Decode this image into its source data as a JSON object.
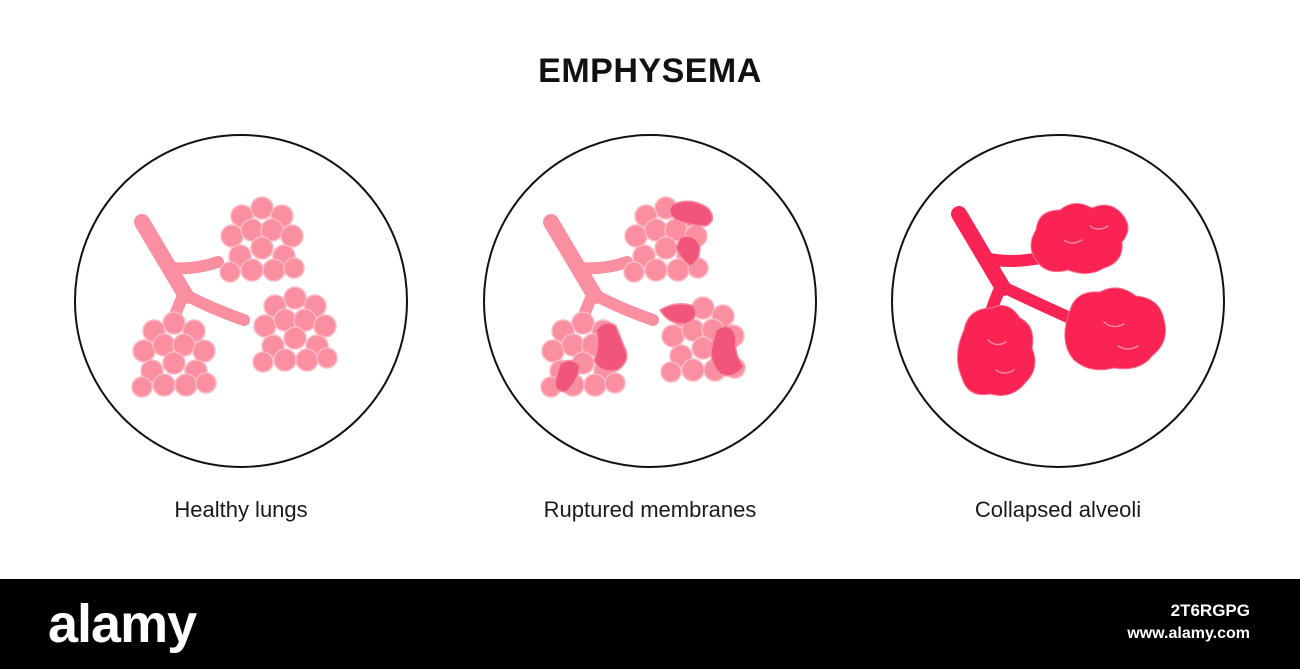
{
  "title": "EMPHYSEMA",
  "panels": [
    {
      "caption": "Healthy lungs",
      "state": "healthy"
    },
    {
      "caption": "Ruptured membranes",
      "state": "ruptured"
    },
    {
      "caption": "Collapsed alveoli",
      "state": "collapsed"
    }
  ],
  "colors": {
    "alveolus_fill": "#f98fa1",
    "alveolus_stroke": "#fbb9c4",
    "bronchiole_healthy": "#f98fa1",
    "ruptured_fill": "#f2557a",
    "collapsed_fill": "#fa2454",
    "circle_stroke": "#111111"
  },
  "footer": {
    "brand": "alamy",
    "image_id": "2T6RGPG",
    "url": "www.alamy.com"
  }
}
